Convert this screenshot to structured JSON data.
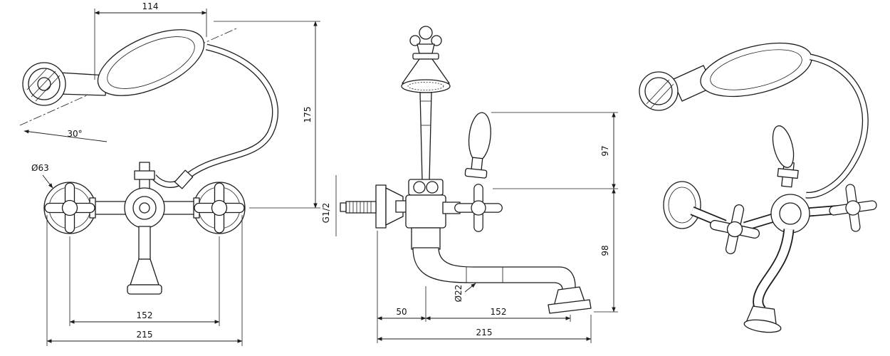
{
  "drawing": {
    "type": "technical-dimension-drawing",
    "subject": "wall-mounted bathtub mixer faucet with telephone hand shower",
    "views": [
      "front",
      "side",
      "perspective"
    ]
  },
  "front_view": {
    "dims": {
      "hand_shower_length": "114",
      "overall_height": "175",
      "hand_shower_angle": "30°",
      "escutcheon_diameter": "Ø63",
      "valve_centers": "152",
      "overall_width": "215"
    }
  },
  "side_view": {
    "dims": {
      "upper_height": "97",
      "lower_height": "98",
      "inlet_thread": "G1/2",
      "spout_diameter": "Ø22",
      "wall_offset": "50",
      "spout_reach": "152",
      "overall_depth": "215"
    }
  },
  "colors": {
    "line": "#1c1c1c",
    "background": "#ffffff"
  }
}
